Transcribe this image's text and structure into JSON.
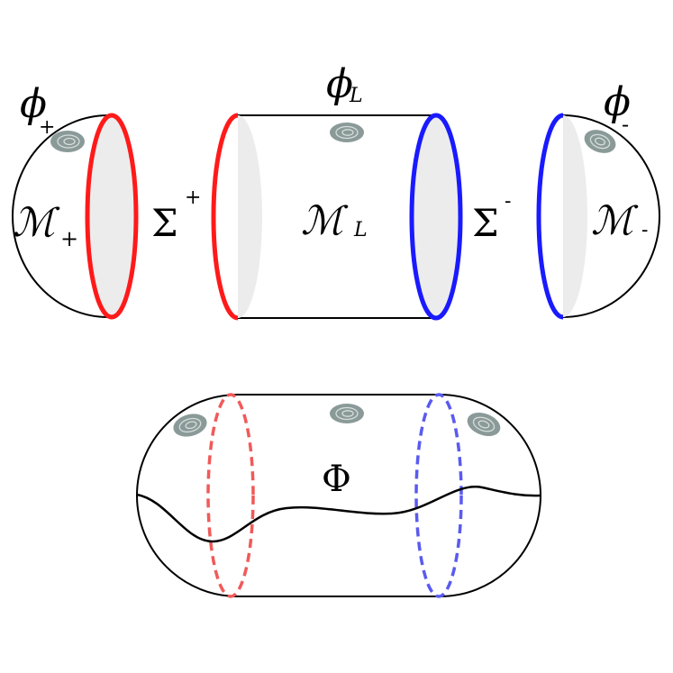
{
  "colors": {
    "plus_boundary": "#ff1a1a",
    "minus_boundary": "#1a1aff",
    "plus_boundary_dashed": "#f05a5a",
    "minus_boundary_dashed": "#5a5af0",
    "fill_gray": "#ececec",
    "puncture": "#8a9a98",
    "outline": "#000000"
  },
  "top": {
    "left_piece": {
      "field": "ϕ",
      "field_sub": "+",
      "manifold": "ℳ",
      "manifold_sub": "+",
      "icon": "puncture-icon"
    },
    "boundary_left": {
      "symbol": "Σ",
      "sup": "+"
    },
    "middle_piece": {
      "field": "ϕ",
      "field_sub": "L",
      "manifold": "ℳ",
      "manifold_sub": "L",
      "icon": "puncture-icon"
    },
    "boundary_right": {
      "symbol": "Σ",
      "sup": "-"
    },
    "right_piece": {
      "field": "ϕ",
      "field_sub": "-",
      "manifold": "ℳ",
      "manifold_sub": "-",
      "icon": "puncture-icon"
    }
  },
  "bottom": {
    "glued_field": "Φ",
    "icons": [
      "puncture-icon",
      "puncture-icon",
      "puncture-icon"
    ]
  }
}
